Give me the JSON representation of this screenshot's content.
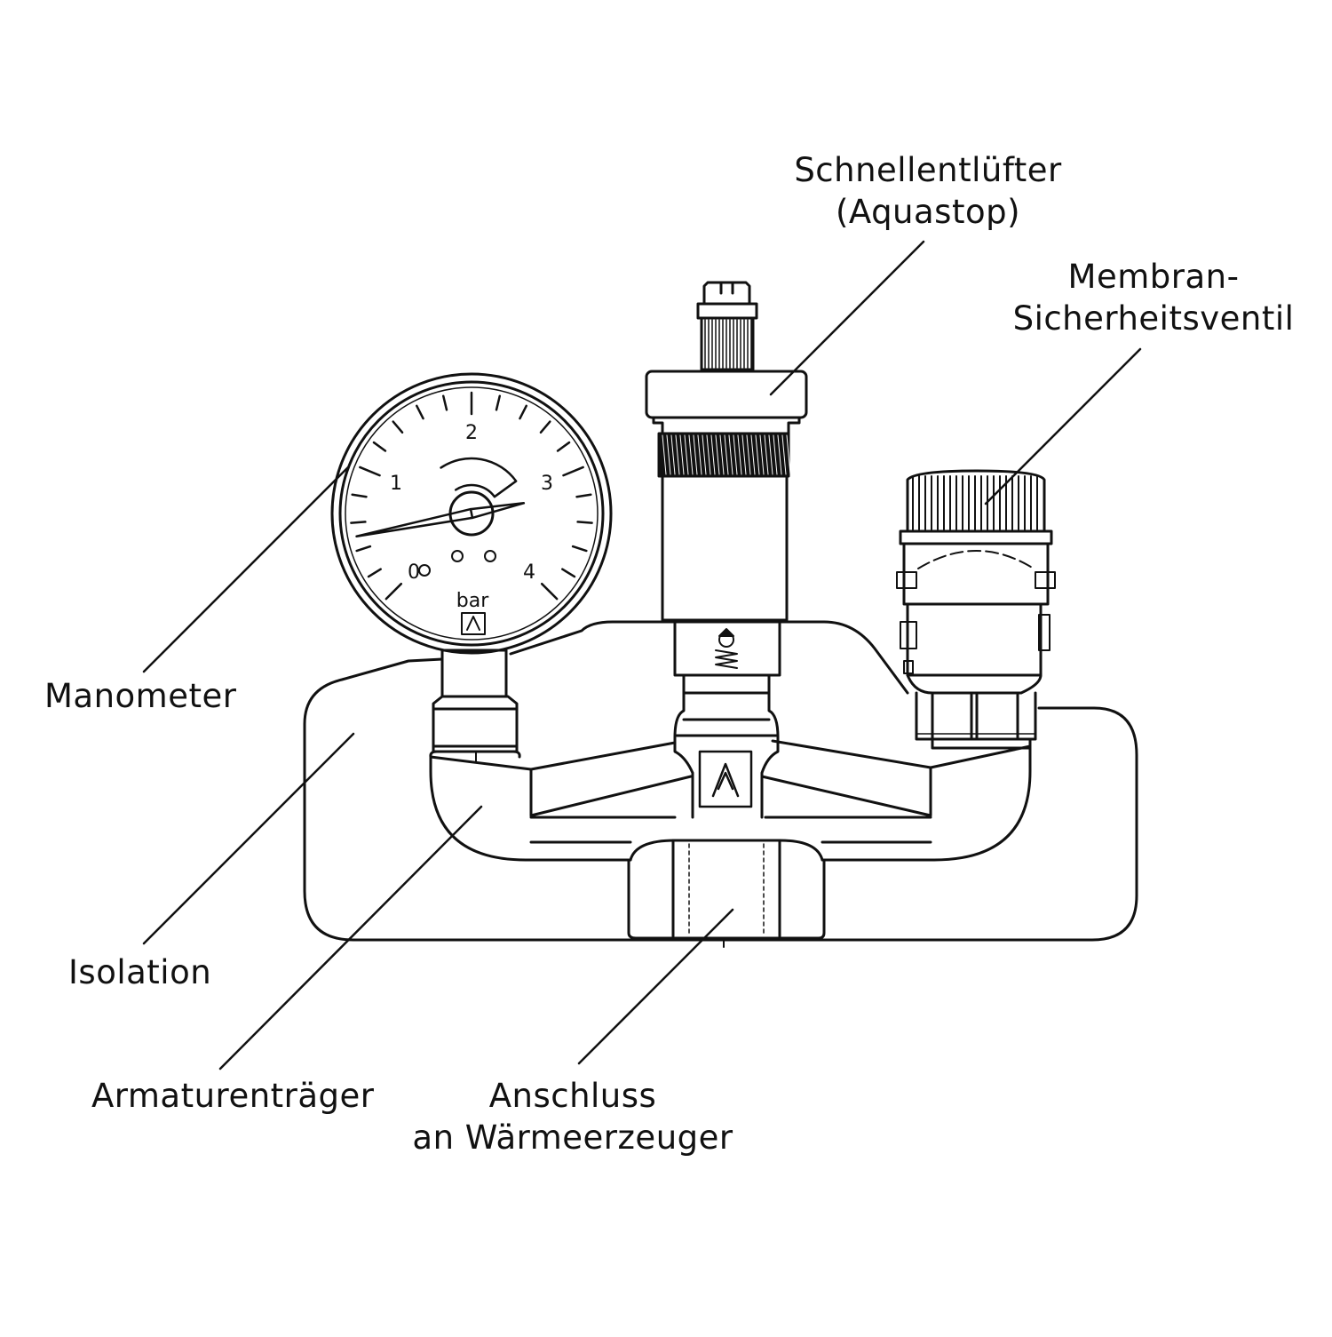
{
  "colors": {
    "line": "#111111",
    "background": "#ffffff"
  },
  "gauge": {
    "unit": "bar",
    "scale_labels": [
      "0",
      "1",
      "2",
      "3",
      "4"
    ],
    "pointer_value_bar": 0.5
  },
  "labels": {
    "schnellentluefter": {
      "line1": "Schnellentlüfter",
      "line2": "(Aquastop)"
    },
    "sicherheitsventil": {
      "line1": "Membran-",
      "line2": "Sicherheitsventil"
    },
    "manometer": "Manometer",
    "isolation": "Isolation",
    "armaturentraeger": "Armaturenträger",
    "anschluss": {
      "line1": "Anschluss",
      "line2": "an Wärmeerzeuger"
    }
  }
}
